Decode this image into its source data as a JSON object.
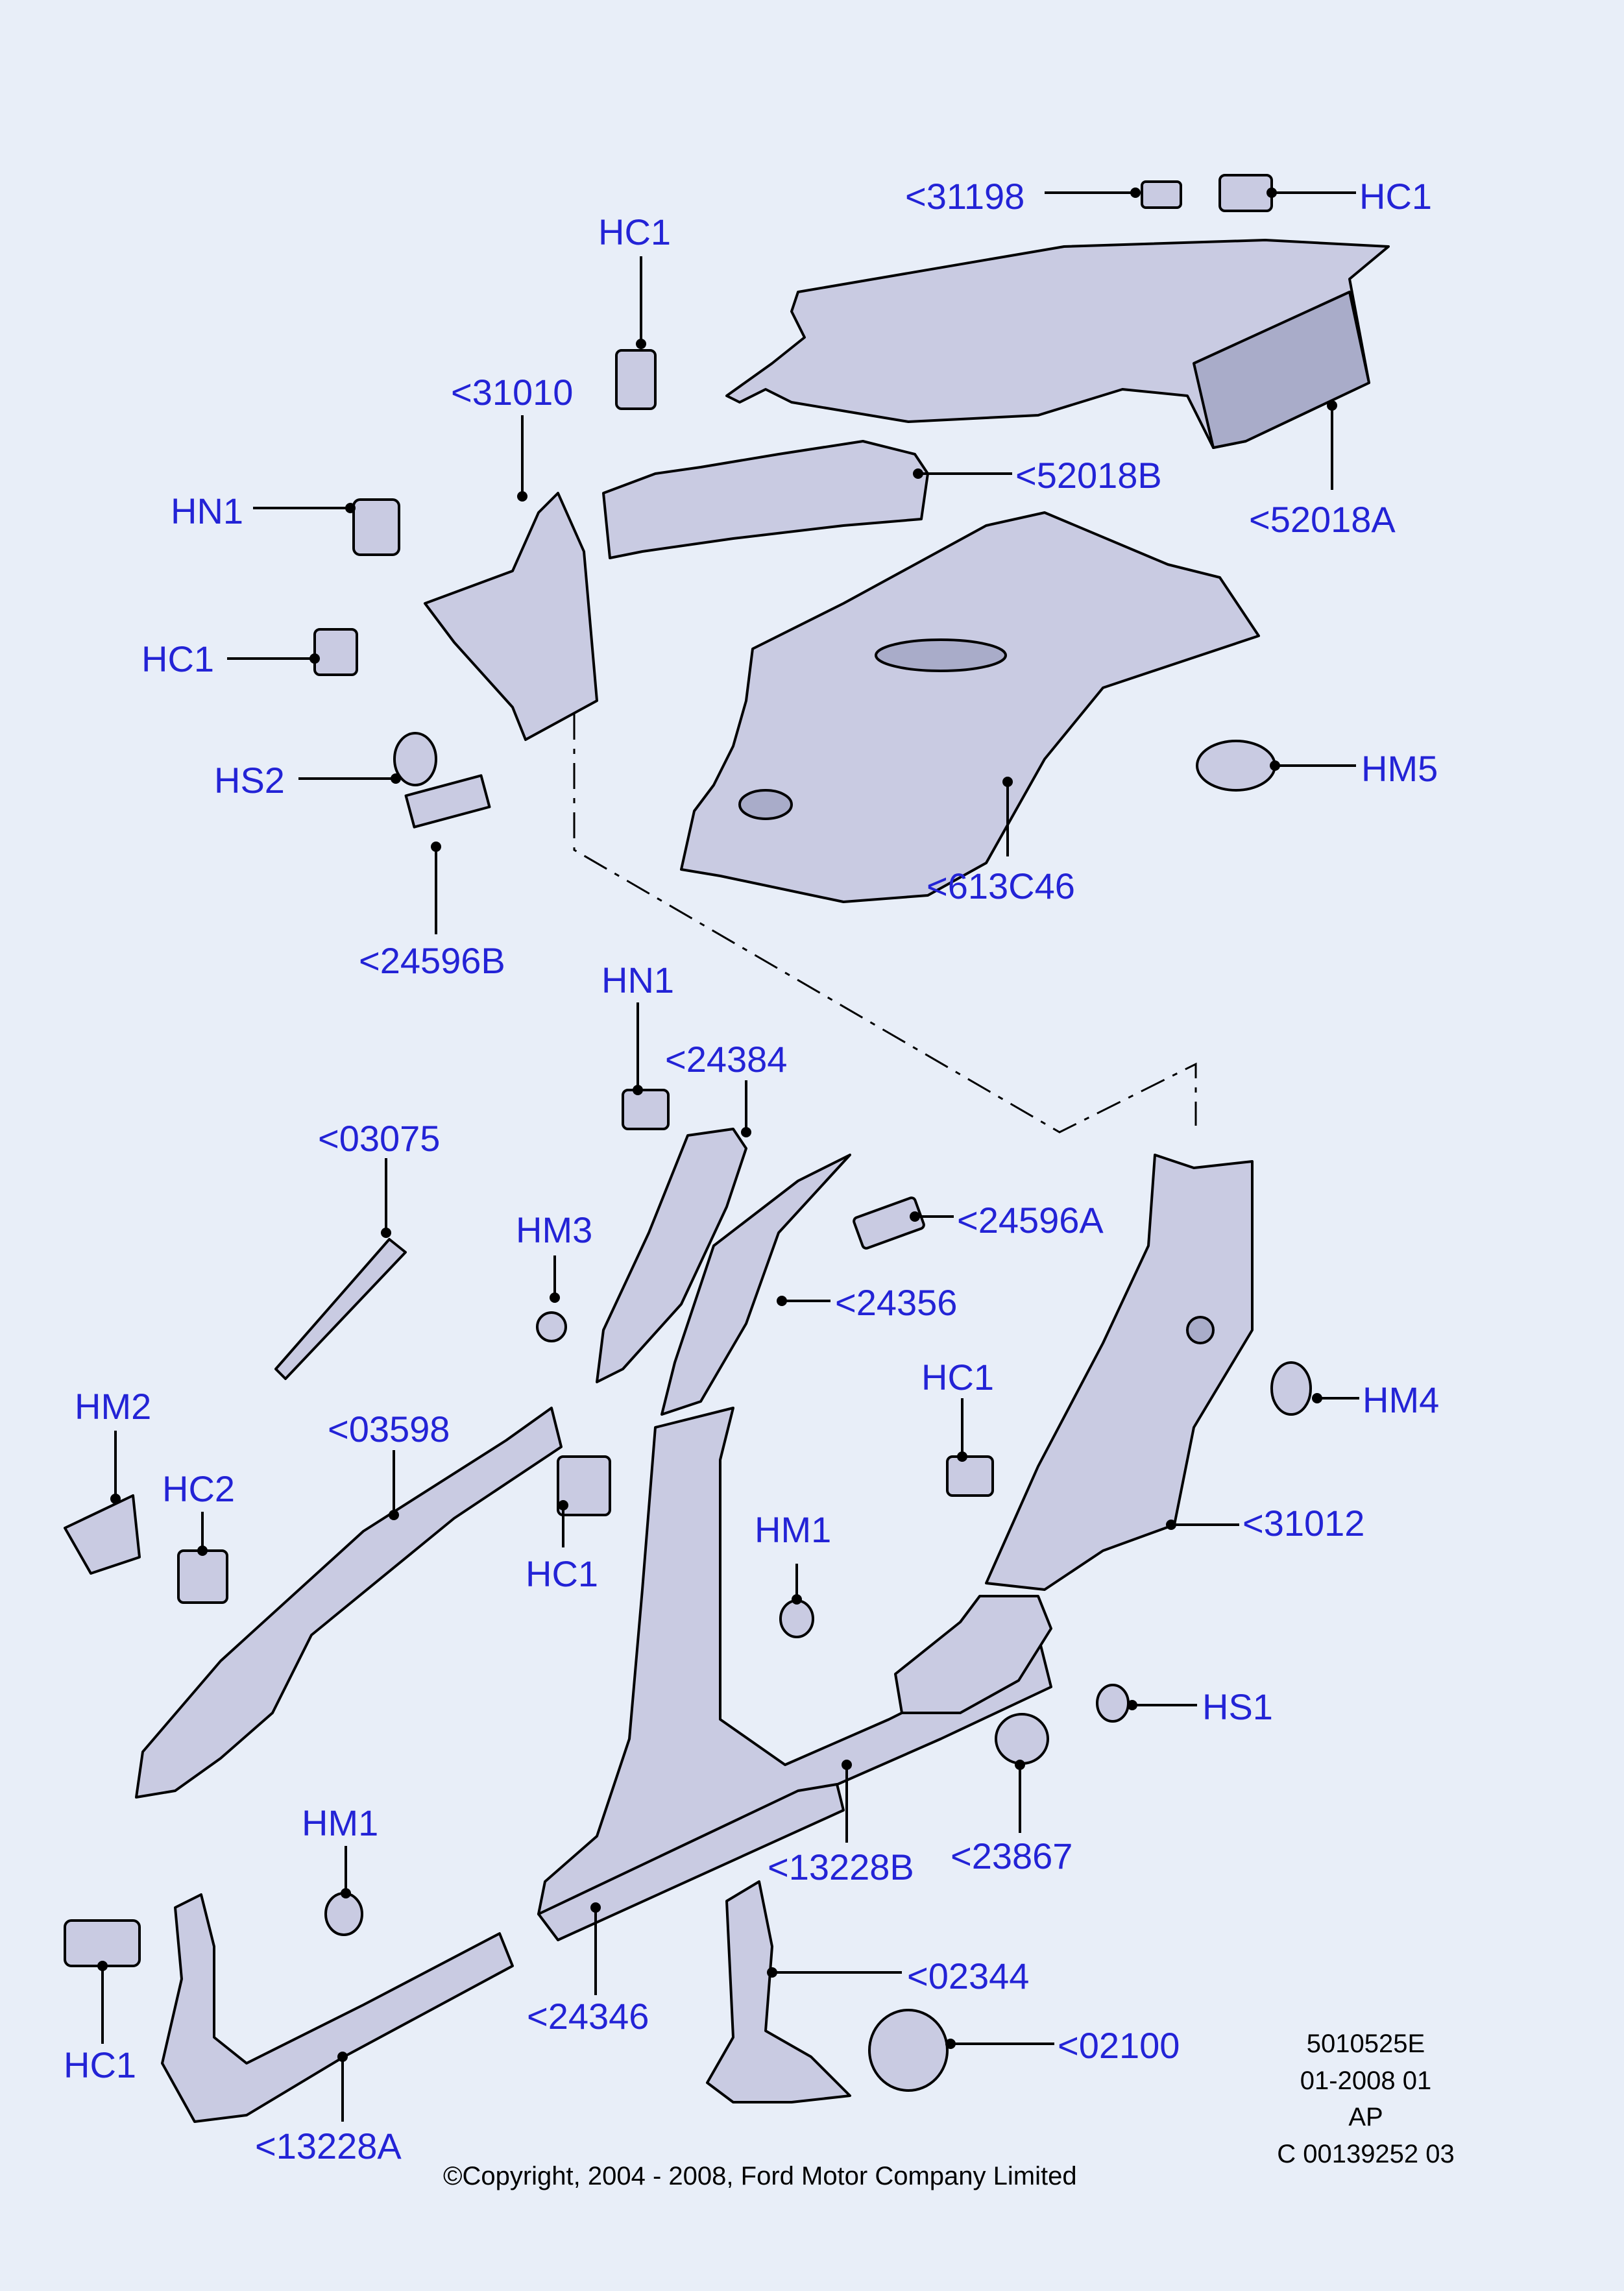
{
  "labels": {
    "l31198": "<31198",
    "hc1_top_right": "HC1",
    "hc1_top": "HC1",
    "l31010": "<31010",
    "l52018b": "<52018B",
    "l52018a": "<52018A",
    "hn1_top": "HN1",
    "hc1_left": "HC1",
    "hs2": "HS2",
    "hm5": "HM5",
    "l613c46": "<613C46",
    "l24596b": "<24596B",
    "hn1_mid": "HN1",
    "l24384": "<24384",
    "l03075": "<03075",
    "hm3": "HM3",
    "l24596a": "<24596A",
    "l24356": "<24356",
    "hc1_mid_right": "HC1",
    "hm4": "HM4",
    "hm2": "HM2",
    "l03598": "<03598",
    "hc2": "HC2",
    "hc1_mid": "HC1",
    "hm1_mid": "HM1",
    "l31012": "<31012",
    "hs1": "HS1",
    "l13228b": "<13228B",
    "l23867": "<23867",
    "hm1_low": "HM1",
    "l02344": "<02344",
    "l24346": "<24346",
    "l02100": "<02100",
    "hc1_bottom": "HC1",
    "l13228a": "<13228A"
  },
  "reference": {
    "line1": "5010525E",
    "line2": "01-2008 01",
    "line3": "AP",
    "line4": "C 00139252 03"
  },
  "copyright": "©Copyright, 2004 - 2008, Ford Motor Company Limited",
  "colors": {
    "background": "#e8eef8",
    "label": "#2323d6",
    "part_fill": "#c9cbe2"
  }
}
